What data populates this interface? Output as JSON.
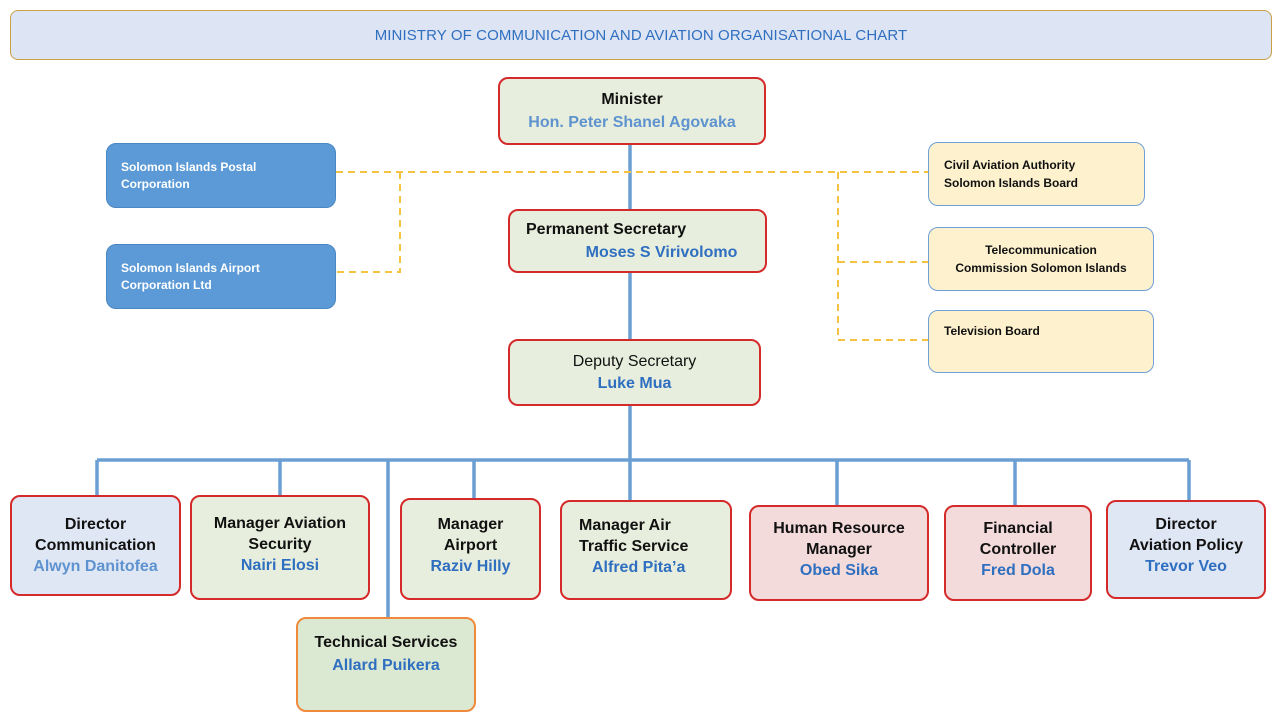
{
  "title": "MINISTRY OF COMMUNICATION AND AVIATION ORGANISATIONAL CHART",
  "colors": {
    "solid_line": "#6b9fd3",
    "dashed_line": "#f4c342",
    "red_border": "#d42a2a",
    "orange_border": "#ef8a3c"
  },
  "minister": {
    "role": "Minister",
    "name": "Hon. Peter Shanel Agovaka"
  },
  "permanent_secretary": {
    "role": "Permanent Secretary",
    "name": "Moses S Virivolomo"
  },
  "deputy_secretary": {
    "role": "Deputy Secretary",
    "name": "Luke Mua"
  },
  "left_entities": [
    {
      "line1": "Solomon Islands Postal",
      "line2": "Corporation"
    },
    {
      "line1": "Solomon Islands Airport",
      "line2": "Corporation Ltd"
    }
  ],
  "right_entities": [
    {
      "line1": "Civil Aviation Authority",
      "line2": "Solomon Islands Board"
    },
    {
      "line1": "Telecommunication",
      "line2": "Commission Solomon Islands"
    },
    {
      "line1": "Television Board",
      "line2": ""
    }
  ],
  "staff": [
    {
      "line1": "Director",
      "line2": "Communication",
      "name": "Alwyn Danitofea"
    },
    {
      "line1": "Manager Aviation",
      "line2": "Security",
      "name": "Nairi Elosi"
    },
    {
      "line1": "Manager",
      "line2": "Airport",
      "name": "Raziv Hilly"
    },
    {
      "line1": "Manager Air",
      "line2": "Traffic Service",
      "name": "Alfred Pita’a"
    },
    {
      "line1": "Human Resource",
      "line2": "Manager",
      "name": "Obed Sika"
    },
    {
      "line1": "Financial",
      "line2": "Controller",
      "name": "Fred Dola"
    },
    {
      "line1": "Director",
      "line2": "Aviation Policy",
      "name": "Trevor Veo"
    }
  ],
  "technical_services": {
    "role": "Technical Services",
    "name": "Allard Puikera"
  }
}
